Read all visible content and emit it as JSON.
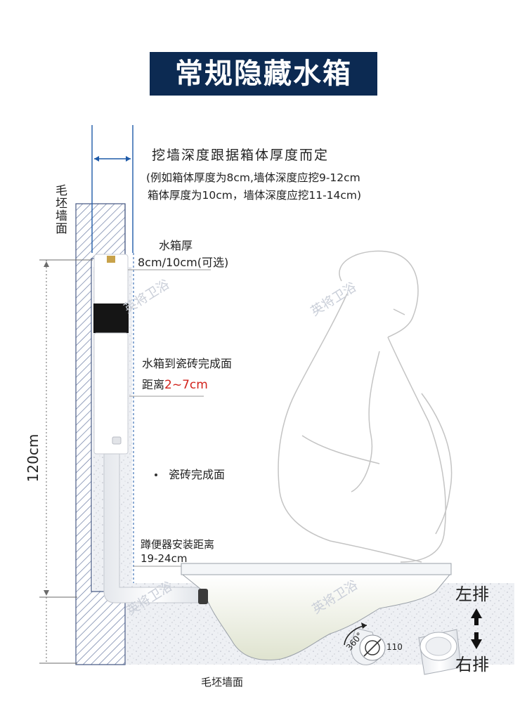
{
  "title": "常规隐藏水箱",
  "wall_depth": {
    "heading": "挖墙深度跟据箱体厚度而定",
    "note_line1": "(例如箱体厚度为8cm,墙体深度应挖9-12cm",
    "note_line2": "箱体厚度为10cm，墙体深度应挖11-14cm)"
  },
  "rough_wall_vertical": "毛坯墙面",
  "tank_thickness": {
    "label": "水箱厚",
    "value": "8cm/10cm(可选)"
  },
  "tank_to_tile": {
    "label": "水箱到瓷砖完成面",
    "prefix": "距离",
    "value": "2~7cm"
  },
  "tile_surface": "瓷砖完成面",
  "install_distance": {
    "label": "蹲便器安装距离",
    "value": "19-24cm"
  },
  "height_label": "120cm",
  "bottom_label": "毛坯墙面",
  "drain": {
    "left": "左排",
    "right": "右排",
    "rotation": "360°",
    "diameter": "110"
  },
  "watermark": "英将卫浴",
  "colors": {
    "title_bg": "#0c2a52",
    "accent_red": "#d2231c",
    "hatch": "#5a6f9a",
    "floor": "#eceef2"
  }
}
